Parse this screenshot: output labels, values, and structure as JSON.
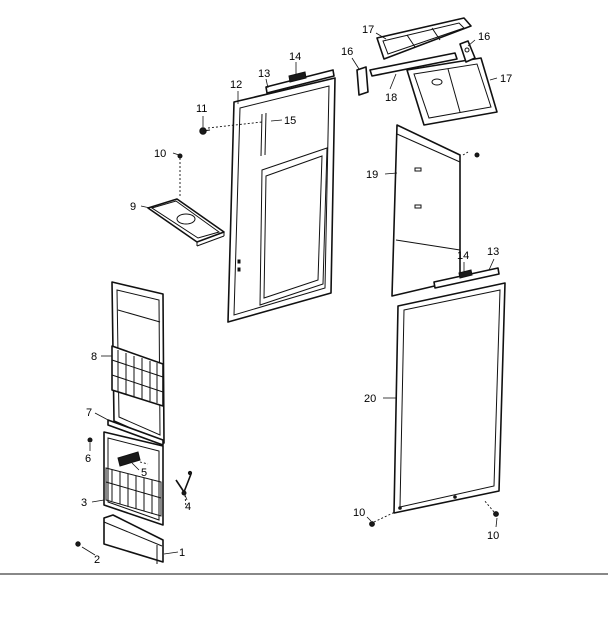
{
  "callouts": {
    "c1": "1",
    "c2": "2",
    "c3": "3",
    "c4": "4",
    "c5": "5",
    "c6": "6",
    "c7": "7",
    "c8": "8",
    "c9": "9",
    "c10a": "10",
    "c10b": "10",
    "c10c": "10",
    "c11": "11",
    "c12": "12",
    "c13a": "13",
    "c13b": "13",
    "c14a": "14",
    "c14b": "14",
    "c15": "15",
    "c16a": "16",
    "c16b": "16",
    "c17a": "17",
    "c17b": "17",
    "c18": "18",
    "c19": "19",
    "c20": "20"
  }
}
